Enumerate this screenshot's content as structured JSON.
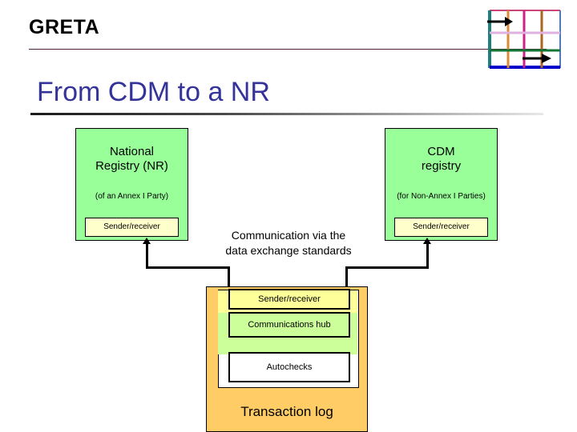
{
  "header": {
    "kicker": "GRETA",
    "title": "From CDM to a NR",
    "rule_color": "#4d1f3d",
    "title_color": "#333399"
  },
  "logo": {
    "name": "greta-grid-logo",
    "frame_colors": {
      "top": "#cc4477",
      "left": "#1f7f7f",
      "right": "#5577bb",
      "bottom": "#0000cc"
    },
    "vertical_lines": [
      "#1f7f7f",
      "#d98c33",
      "#cc2288",
      "#aa6622"
    ],
    "horizontal_lines": [
      "#cc4477",
      "#e0b0e0",
      "#117733",
      "#0000cc"
    ],
    "arrows": 2
  },
  "diagram": {
    "national_registry": {
      "title": "National\nRegistry (NR)",
      "title_line1": "National",
      "title_line2": "Registry (NR)",
      "subtitle": "(of an Annex I Party)",
      "sender_receiver": "Sender/receiver",
      "fill": "#99ff99",
      "sender_fill": "#ffffcc"
    },
    "cdm_registry": {
      "title_line1": "CDM",
      "title_line2": "registry",
      "subtitle": "(for Non-Annex I Parties)",
      "sender_receiver": "Sender/receiver",
      "fill": "#99ff99",
      "sender_fill": "#ffffcc"
    },
    "center_note_line1": "Communication via the",
    "center_note_line2": "data exchange standards",
    "transaction_log": {
      "label": "Transaction log",
      "fill": "#ffcc66",
      "rows": [
        {
          "label": "Sender/receiver",
          "fill": "#ffff99"
        },
        {
          "label": "Communications hub",
          "fill": "#ccff99"
        },
        {
          "label": "Autochecks",
          "fill": "#ffffff"
        }
      ]
    }
  }
}
